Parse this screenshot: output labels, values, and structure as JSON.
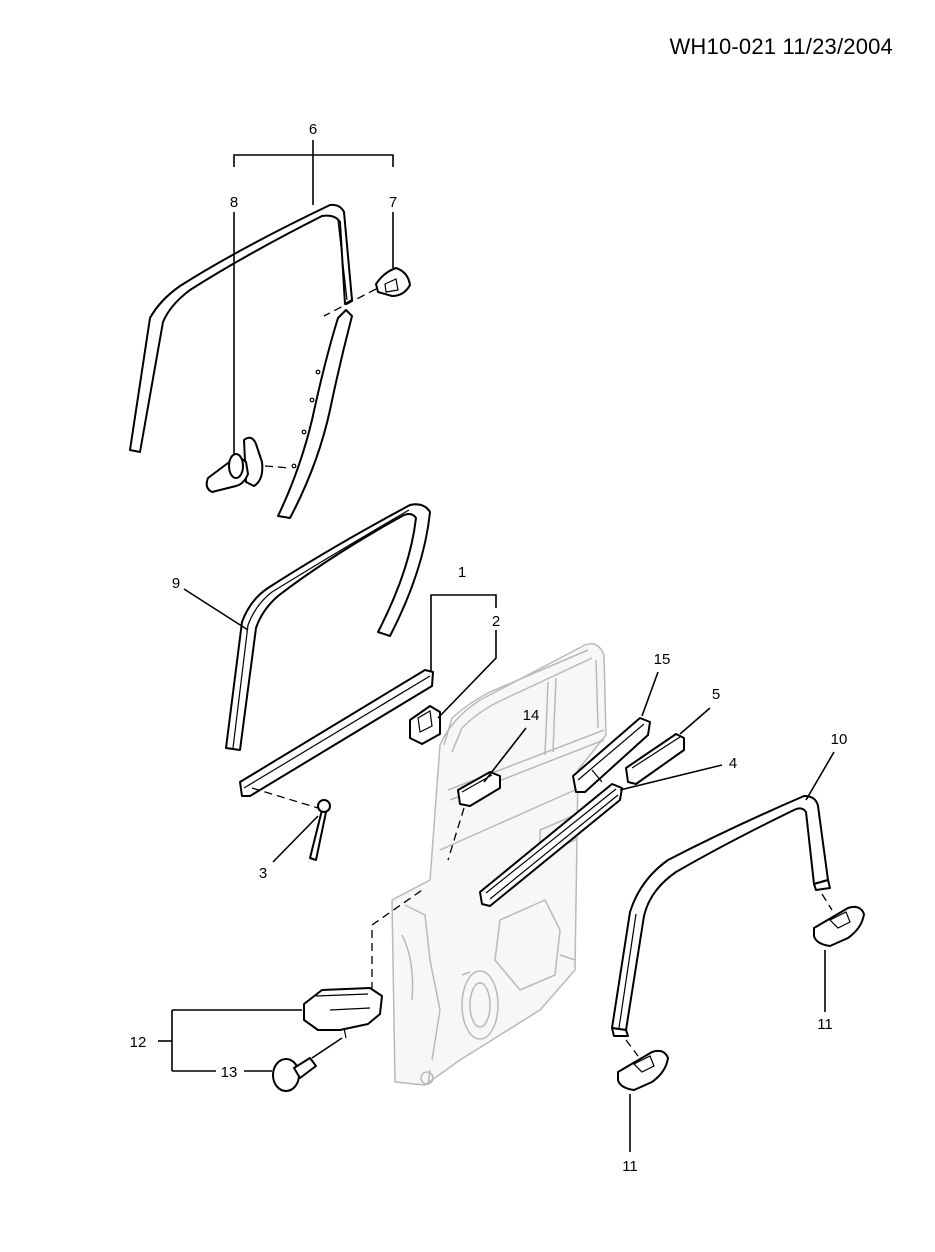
{
  "header": {
    "doc_ref": "WH10-021 11/23/2004"
  },
  "callouts": {
    "c1": "1",
    "c2": "2",
    "c3": "3",
    "c4": "4",
    "c5": "5",
    "c6": "6",
    "c7": "7",
    "c8": "8",
    "c9": "9",
    "c10": "10",
    "c11a": "11",
    "c11b": "11",
    "c12": "12",
    "c13": "13",
    "c14": "14",
    "c15": "15"
  }
}
